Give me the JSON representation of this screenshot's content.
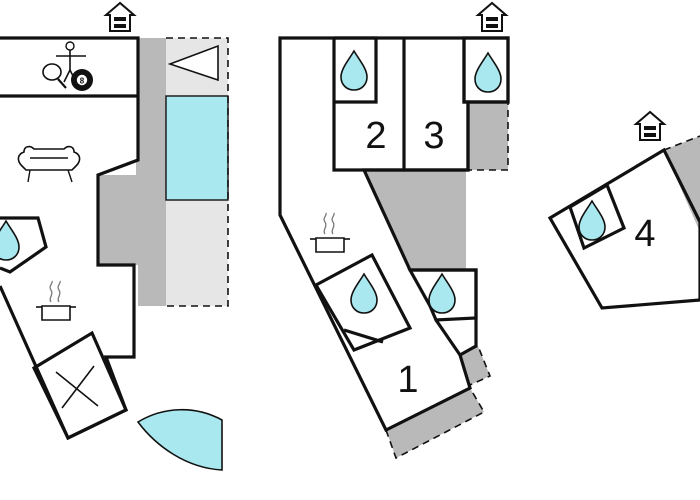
{
  "rooms": [
    {
      "number": "1"
    },
    {
      "number": "2"
    },
    {
      "number": "3"
    },
    {
      "number": "4"
    }
  ],
  "billiard_ball": {
    "label": "8"
  },
  "colors": {
    "wall": "#111111",
    "terrace": "#b9b9b9",
    "pool": "#a8e8ee",
    "pool_deck": "#e6e6e6",
    "water_drop": "#a8e8ee",
    "floor": "#ffffff"
  },
  "icons": [
    "entrance-house-icon",
    "water-drop-icon",
    "cooking-pot-icon",
    "sofa-icon",
    "table-tennis-icon",
    "billiard-ball-icon",
    "table-football-icon",
    "bed-cross-icon",
    "door-swing-icon",
    "pool-icon"
  ]
}
